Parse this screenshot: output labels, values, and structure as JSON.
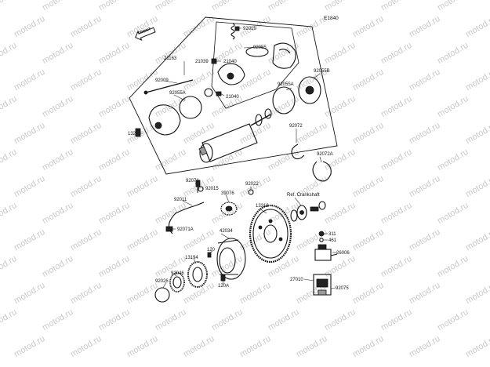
{
  "diagram_code": "E1840",
  "front_marker": "FRONT",
  "watermark": "motod.ru",
  "labels": {
    "p92015_top": "92015",
    "p92055_top": "92055",
    "p21039": "21039",
    "p21040_a": "21040",
    "p21040_b": "21040",
    "p21163": "21163",
    "p92009": "92009",
    "p92055A_left": "92055A",
    "p92055A_right": "92055A",
    "p92055B": "92055B",
    "p132": "132",
    "p92072": "92072",
    "p92072A": "92072A",
    "p92071": "92071",
    "p92015_mid": "92015",
    "p92011": "92011",
    "p39076": "39076",
    "p92022": "92022",
    "ref_crankshaft": "Ref. Crankshaft",
    "p13316": "13316",
    "p92071A": "92071A",
    "p42034": "42034",
    "p120": "120",
    "p13194": "13194",
    "p92046": "92046",
    "p92026": "92026",
    "p120A": "120A",
    "p311": "311",
    "p461": "461",
    "p26006": "26006",
    "p27010": "27010",
    "p92075": "92075"
  }
}
